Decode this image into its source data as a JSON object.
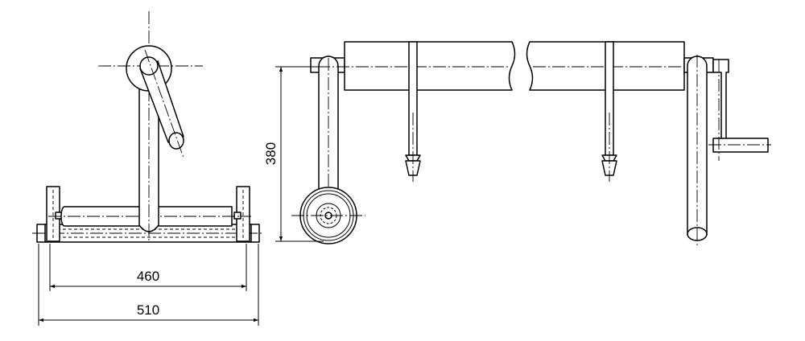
{
  "dimensions": {
    "inner_width": "460",
    "outer_width": "510",
    "height": "380"
  }
}
